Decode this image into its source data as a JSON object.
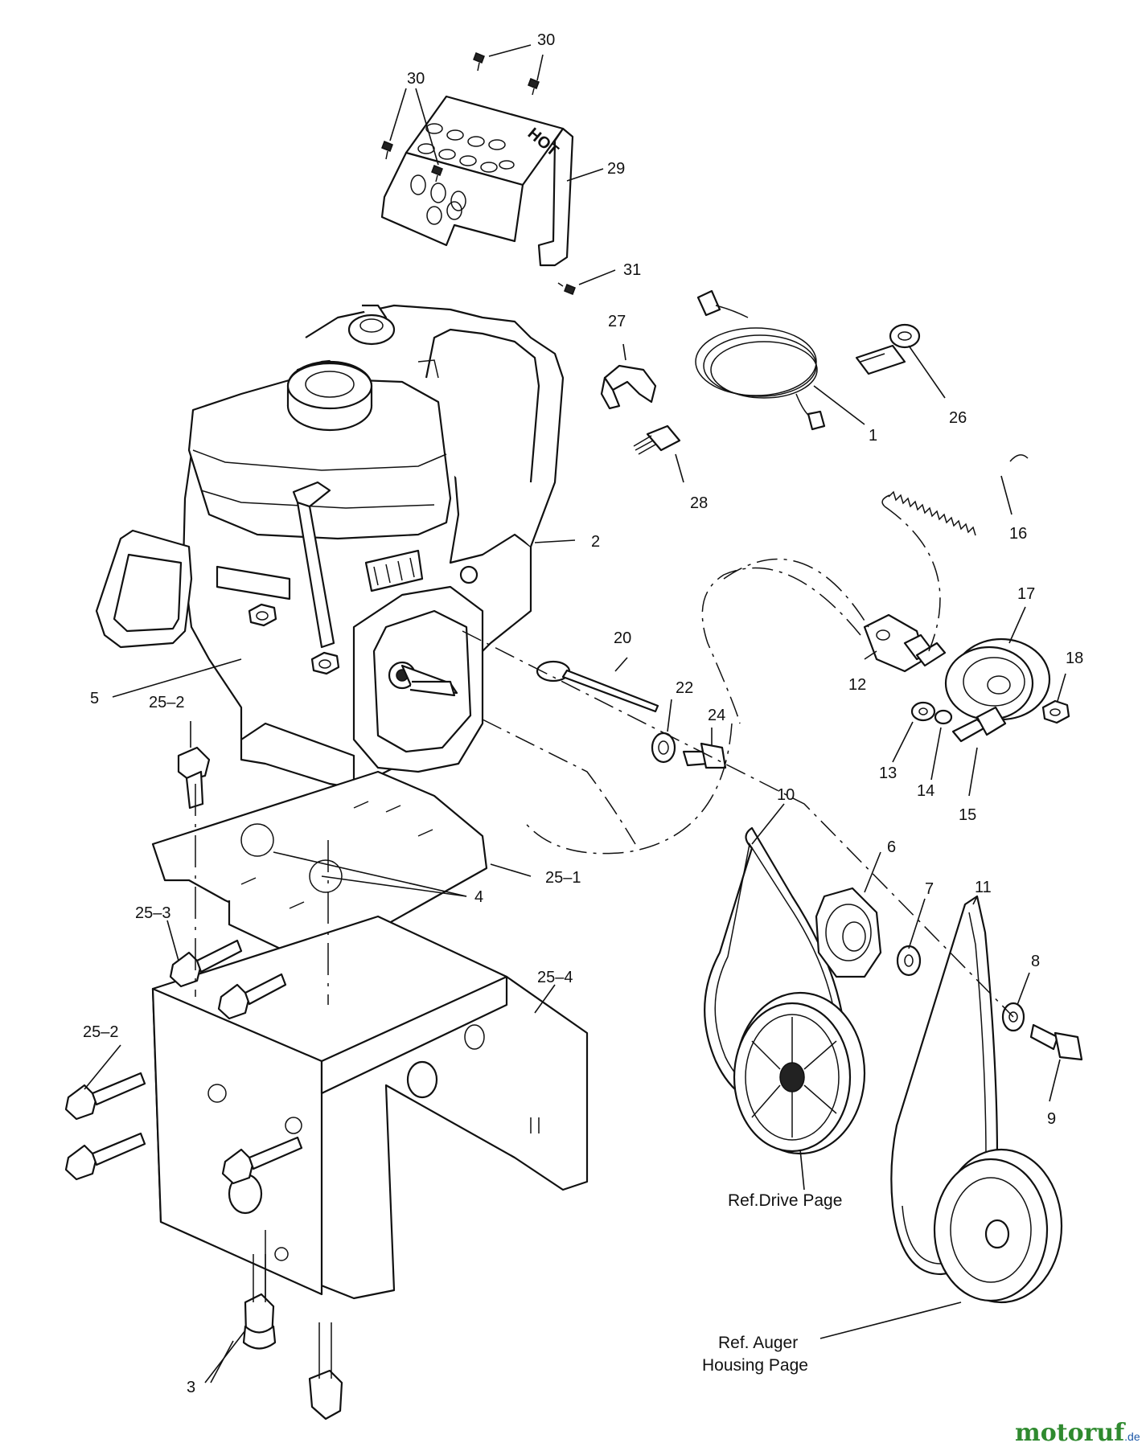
{
  "labels": {
    "n1": "1",
    "n2": "2",
    "n3": "3",
    "n4": "4",
    "n5": "5",
    "n6": "6",
    "n7": "7",
    "n8": "8",
    "n9": "9",
    "n10": "10",
    "n11": "11",
    "n12": "12",
    "n13": "13",
    "n14": "14",
    "n15": "15",
    "n16": "16",
    "n17": "17",
    "n18": "18",
    "n20": "20",
    "n22": "22",
    "n24": "24",
    "n25_1": "25–1",
    "n25_2a": "25–2",
    "n25_2b": "25–2",
    "n25_3": "25–3",
    "n25_4": "25–4",
    "n26": "26",
    "n27": "27",
    "n28": "28",
    "n29": "29",
    "n30a": "30",
    "n30b": "30",
    "n31": "31"
  },
  "references": {
    "drive_line1": "Ref.Drive Page",
    "auger_line1": "Ref. Auger",
    "auger_line2": "Housing Page"
  },
  "shield_text": "HOT",
  "watermark": {
    "brand_a": "motoruf",
    "brand_b": ".de"
  },
  "colors": {
    "line": "#111111",
    "watermark_green": "#2f8a2f",
    "watermark_blue": "#1c58a8"
  }
}
